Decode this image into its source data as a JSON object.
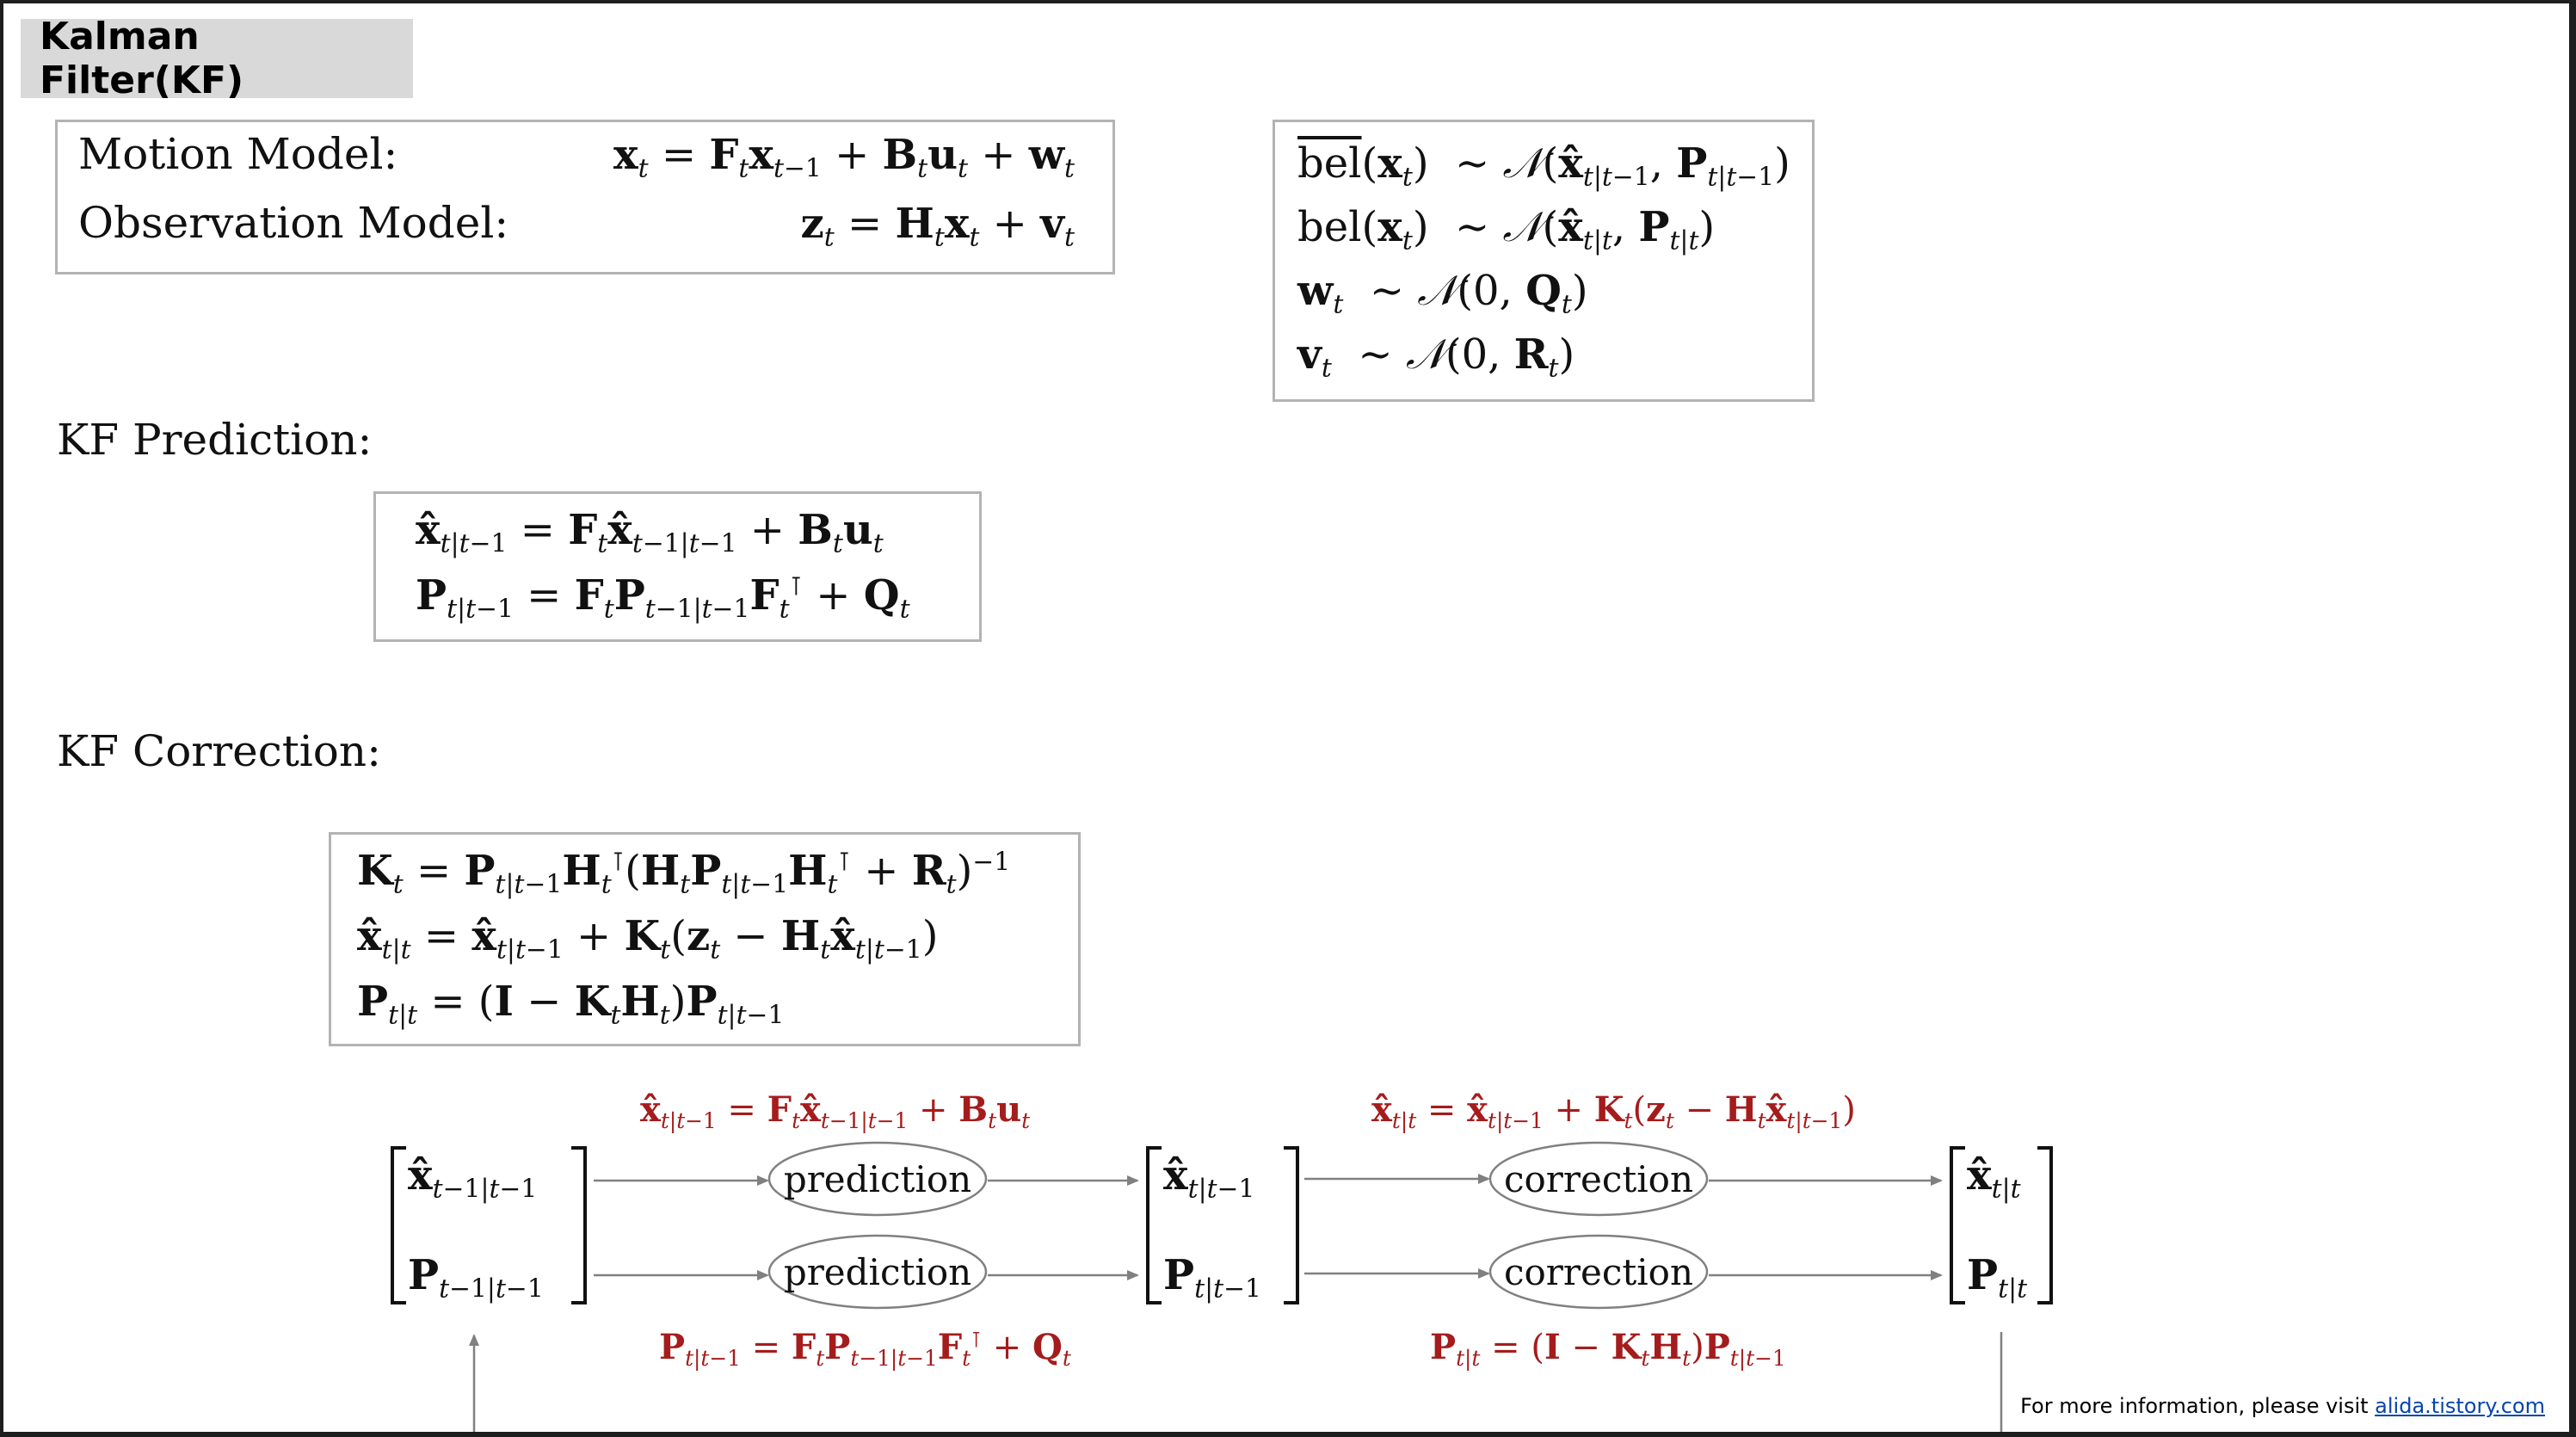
{
  "title": "Kalman Filter(KF)",
  "models": {
    "motion_label": "Motion Model:",
    "observation_label": "Observation Model:"
  },
  "sections": {
    "prediction_label": "KF Prediction:",
    "correction_label": "KF Correction:"
  },
  "diagram": {
    "nodes": {
      "prediction_top": "prediction",
      "prediction_bottom": "prediction",
      "correction_top": "correction",
      "correction_bottom": "correction"
    }
  },
  "footer": {
    "text": "For more information, please visit ",
    "link": "alida.tistory.com"
  },
  "colors": {
    "annotation_red": "#a51c1c",
    "box_border": "#b3b3b3",
    "title_bg": "#d9d9d9",
    "link": "#0645ad"
  }
}
